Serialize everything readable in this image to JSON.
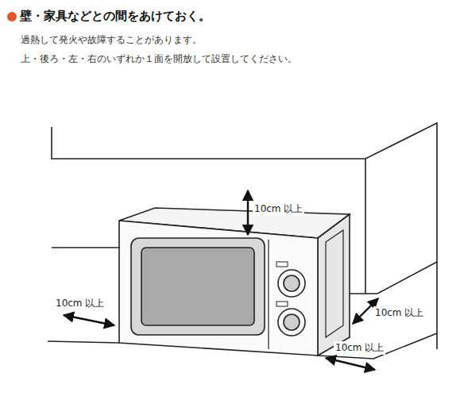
{
  "diagram": {
    "title": "壁・家具などとの間をあけておく。",
    "labels": [
      "過熱して発火や故障することがあります。",
      "上・後ろ・左・右のいずれか１面を開放して設置してください。",
      "10cm 以上",
      "10cm 以上",
      "10cm 以上",
      "10cm 以上"
    ]
  }
}
